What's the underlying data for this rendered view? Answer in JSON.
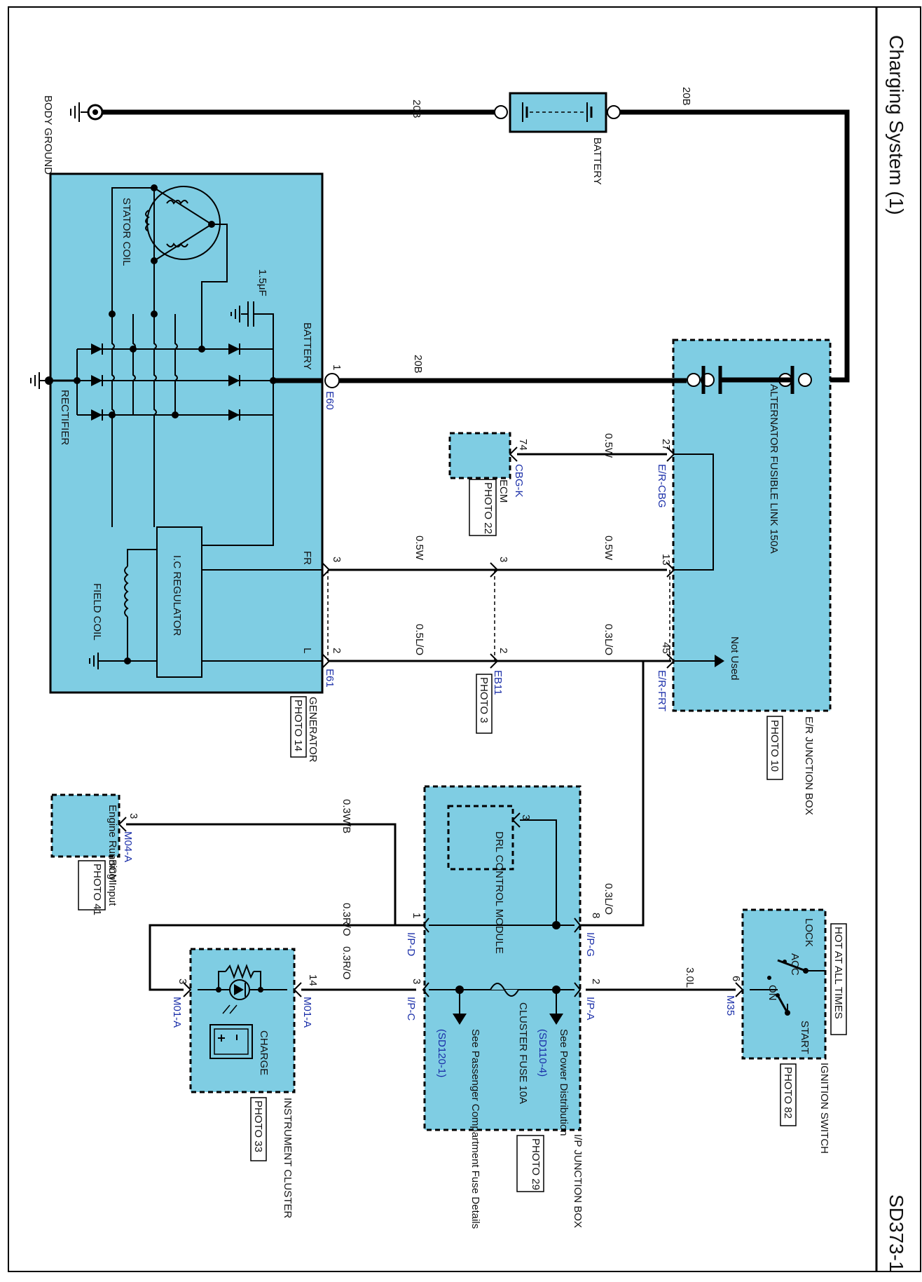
{
  "header": {
    "title": "Charging System (1)",
    "page_id": "SD373-1"
  },
  "components": {
    "body_ground": "BODY GROUND",
    "battery": "BATTERY",
    "generator": "GENERATOR",
    "generator_photo": "PHOTO 14",
    "stator_coil": "STATOR COIL",
    "capacitor": "1.5μF",
    "rectifier": "RECTIFIER",
    "field_coil": "FIELD COIL",
    "ic_regulator": "I.C REGULATOR",
    "gen_battery_terminal": "BATTERY",
    "gen_fr_terminal": "FR",
    "gen_l_terminal": "L",
    "er_junction_box": "E/R JUNCTION BOX",
    "er_junction_photo": "PHOTO 10",
    "alternator_link": "ALTERNATOR FUSIBLE LINK 150A",
    "not_used": "Not Used",
    "ecm": "ECM",
    "ecm_photo": "PHOTO 22",
    "eb11_photo": "PHOTO 3",
    "ignition_switch": "IGNITION SWITCH",
    "ignition_photo": "PHOTO 82",
    "hot_at_all_times": "HOT AT ALL TIMES",
    "ign_lock": "LOCK",
    "ign_acc": "ACC",
    "ign_on": "ON",
    "ign_start": "START",
    "ip_junction_box": "I/P JUNCTION BOX",
    "ip_junction_photo": "PHOTO 29",
    "drl_module": "DRL CONTROL MODULE",
    "cluster_fuse": "CLUSTER FUSE 10A",
    "see_power": "See Power Distribution",
    "see_power_ref": "(SD110-4)",
    "see_passenger": "See Passenger Compartment Fuse Details",
    "see_passenger_ref": "(SD120-1)",
    "bcm": "BCM",
    "bcm_photo": "PHOTO 41",
    "engine_running": "Engine Running Input",
    "instrument_cluster": "INSTRUMENT CLUSTER",
    "instrument_photo": "PHOTO 33",
    "charge": "CHARGE"
  },
  "wires": {
    "w_ground_battery": "20B",
    "w_battery_link": "20B",
    "w_gen_link": "20B",
    "w_ecm": "0.5W",
    "w_fr_left": "0.5W",
    "w_fr_right": "0.5W",
    "w_l_left": "0.5L/O",
    "w_l_right": "0.3L/O",
    "w_bcm": "0.3W/B",
    "w_ipg": "0.3L/O",
    "w_ipd": "0.3R/O",
    "w_ipc": "0.3R/O",
    "w_ign": "3.0L"
  },
  "connectors": {
    "e60": "E60",
    "e61": "E61",
    "er_cbg": "E/R-CBG",
    "cbg_k": "CBG-K",
    "eb11": "EB11",
    "er_frt": "E/R-FRT",
    "m35": "M35",
    "ip_g": "I/P-G",
    "ip_a": "I/P-A",
    "ip_d": "I/P-D",
    "ip_c": "I/P-C",
    "m04a": "M04-A",
    "m01a_1": "M01-A",
    "m01a_2": "M01-A"
  },
  "pins": {
    "p_e60": "1",
    "p_cbg": "27",
    "p_ecm": "74",
    "p_fr_gen": "3",
    "p_fr_eb": "3",
    "p_fr_er": "13",
    "p_l_gen": "2",
    "p_l_eb": "2",
    "p_l_er": "45",
    "p_bcm": "3",
    "p_drl": "3",
    "p_ipd": "1",
    "p_ipg": "8",
    "p_ipc": "3",
    "p_ipa": "2",
    "p_m35": "6",
    "p_m01a_3": "3",
    "p_m01a_14": "14"
  },
  "colors": {
    "component_fill": "#7fcde3",
    "connector_text": "#1a2ea8"
  }
}
